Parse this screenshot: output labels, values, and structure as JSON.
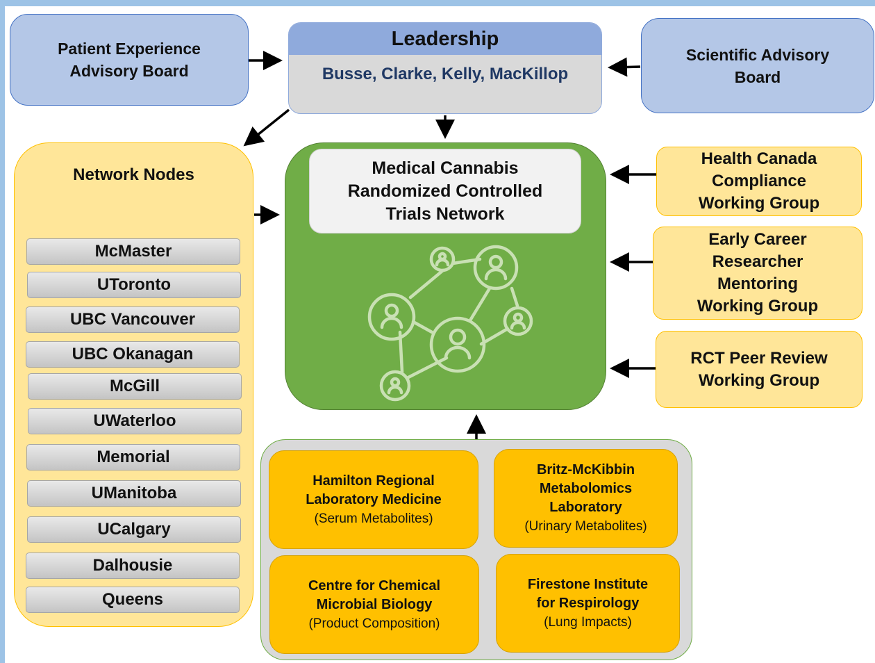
{
  "patient_board": {
    "line1": "Patient Experience",
    "line2": "Advisory Board"
  },
  "leadership": {
    "title": "Leadership",
    "names": "Busse, Clarke, Kelly, MacKillop"
  },
  "scientific_board": {
    "line1": "Scientific Advisory",
    "line2": "Board"
  },
  "network_nodes": {
    "title": "Network Nodes",
    "items": [
      "McMaster",
      "UToronto",
      "UBC Vancouver",
      "UBC Okanagan",
      "McGill",
      "UWaterloo",
      "Memorial",
      "UManitoba",
      "UCalgary",
      "Dalhousie",
      "Queens"
    ]
  },
  "center": {
    "line1": "Medical Cannabis",
    "line2": "Randomized Controlled",
    "line3": "Trials Network",
    "icon": "people-network-icon"
  },
  "working_groups": [
    {
      "lines": [
        "Health Canada",
        "Compliance",
        "Working Group"
      ]
    },
    {
      "lines": [
        "Early Career",
        "Researcher",
        "Mentoring",
        "Working Group"
      ]
    },
    {
      "lines": [
        "RCT Peer Review",
        "Working Group"
      ]
    }
  ],
  "labs": [
    {
      "lines": [
        "Hamilton  Regional",
        "Laboratory Medicine"
      ],
      "note": "(Serum Metabolites)"
    },
    {
      "lines": [
        "Britz-McKibbin",
        "Metabolomics",
        "Laboratory"
      ],
      "note": "(Urinary Metabolites)"
    },
    {
      "lines": [
        "Centre for Chemical",
        "Microbial  Biology"
      ],
      "note": "(Product Composition)"
    },
    {
      "lines": [
        "Firestone Institute",
        "for Respirology"
      ],
      "note": "(Lung Impacts)"
    }
  ],
  "colors": {
    "advisory_blue": "#b4c7e7",
    "leadership_header": "#8faadc",
    "network_green": "#70ad47",
    "node_panel": "#ffe699",
    "lab_orange": "#ffc000",
    "names_navy": "#1f3864"
  }
}
